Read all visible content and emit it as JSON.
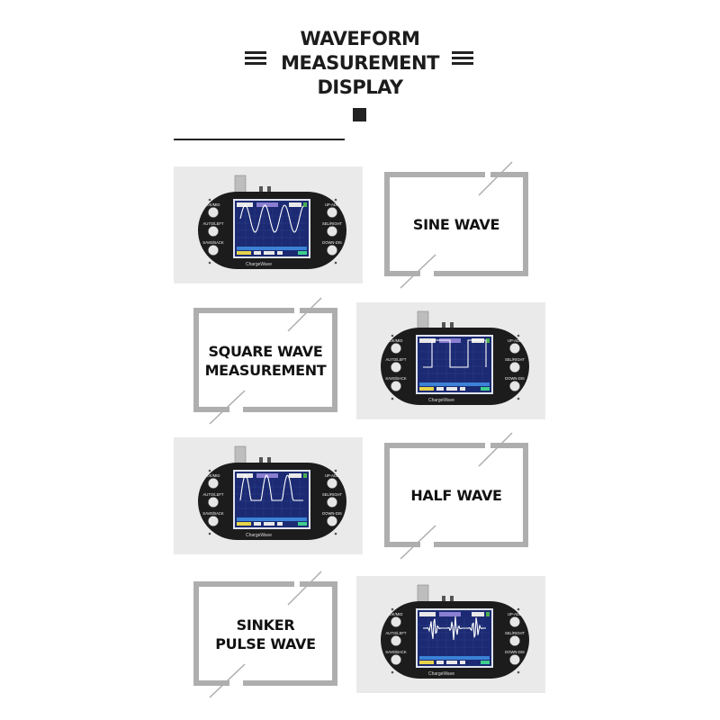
{
  "header": {
    "title_lines": [
      "WAVEFORM",
      "MEASUREMENT",
      "DISPLAY"
    ]
  },
  "device": {
    "brand": "ChargeWave",
    "buttons_left": [
      "OK/MID",
      "AUTO/LEFT",
      "SAVE/BACK"
    ],
    "buttons_right": [
      "UP-ADD",
      "SEL/RIGHT",
      "DOWN-DIS"
    ]
  },
  "rows": [
    {
      "label_lines": [
        "SINE WAVE"
      ],
      "waveform": "sine"
    },
    {
      "label_lines": [
        "SQUARE WAVE",
        "MEASUREMENT"
      ],
      "waveform": "square"
    },
    {
      "label_lines": [
        "HALF WAVE"
      ],
      "waveform": "half"
    },
    {
      "label_lines": [
        "SINKER",
        "PULSE WAVE"
      ],
      "waveform": "pulse"
    }
  ],
  "colors": {
    "frame": "#aeaeae",
    "photo_bg": "#eaeaea",
    "device_body": "#1c1c1c",
    "screen": "#1b2a72",
    "trace": "#ffffff"
  }
}
